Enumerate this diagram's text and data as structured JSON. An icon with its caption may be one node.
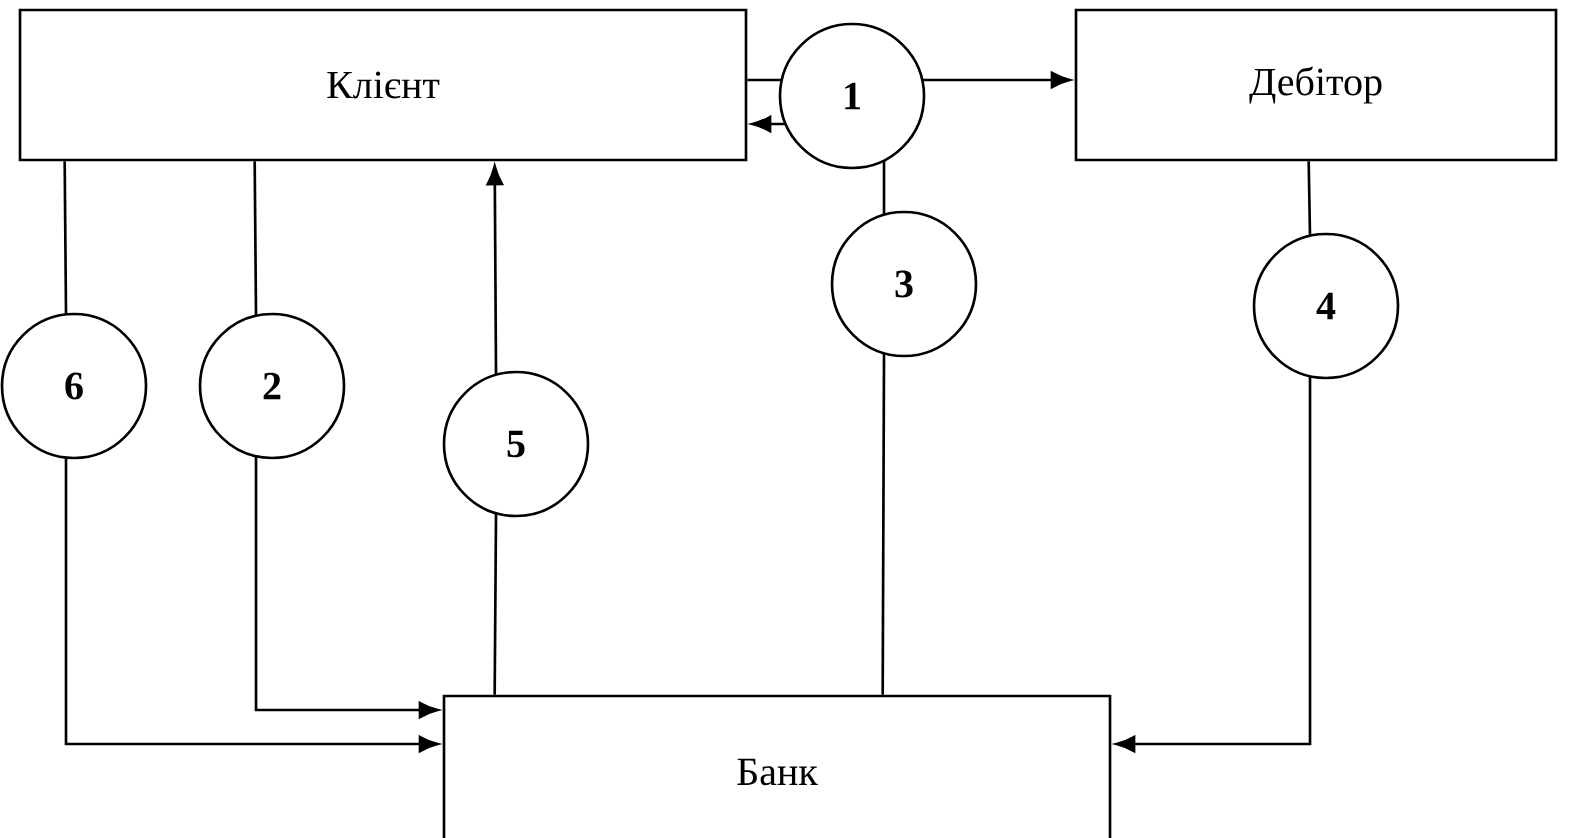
{
  "diagram": {
    "nodes": [
      {
        "text": [
          "Клієнт"
        ]
      },
      {
        "text": [
          "1"
        ]
      },
      {
        "text": [
          "Дебітор"
        ]
      },
      {
        "text": [
          "6"
        ]
      },
      {
        "text": [
          "2"
        ]
      },
      {
        "text": [
          "5"
        ]
      },
      {
        "text": [
          "3"
        ]
      },
      {
        "text": [
          "4"
        ]
      },
      {
        "text": [
          "Банк"
        ]
      }
    ],
    "edges": [
      {
        "from": 0,
        "to": 1,
        "arrow": "none"
      },
      {
        "from": 1,
        "to": 2,
        "arrow": "to"
      },
      {
        "from": 1,
        "to": 0,
        "arrow": "to"
      },
      {
        "from": 1,
        "to": 6,
        "arrow": "none"
      },
      {
        "from": 6,
        "to": 8,
        "arrow": "none"
      },
      {
        "from": 2,
        "to": 7,
        "arrow": "none"
      },
      {
        "from": 7,
        "to": 8,
        "arrow": "to"
      },
      {
        "from": 0,
        "to": 3,
        "arrow": "none"
      },
      {
        "from": 3,
        "to": 8,
        "arrow": "to"
      },
      {
        "from": 0,
        "to": 4,
        "arrow": "none"
      },
      {
        "from": 4,
        "to": 8,
        "arrow": "to"
      },
      {
        "from": 8,
        "to": 5,
        "arrow": "none"
      },
      {
        "from": 5,
        "to": 0,
        "arrow": "to"
      }
    ]
  }
}
